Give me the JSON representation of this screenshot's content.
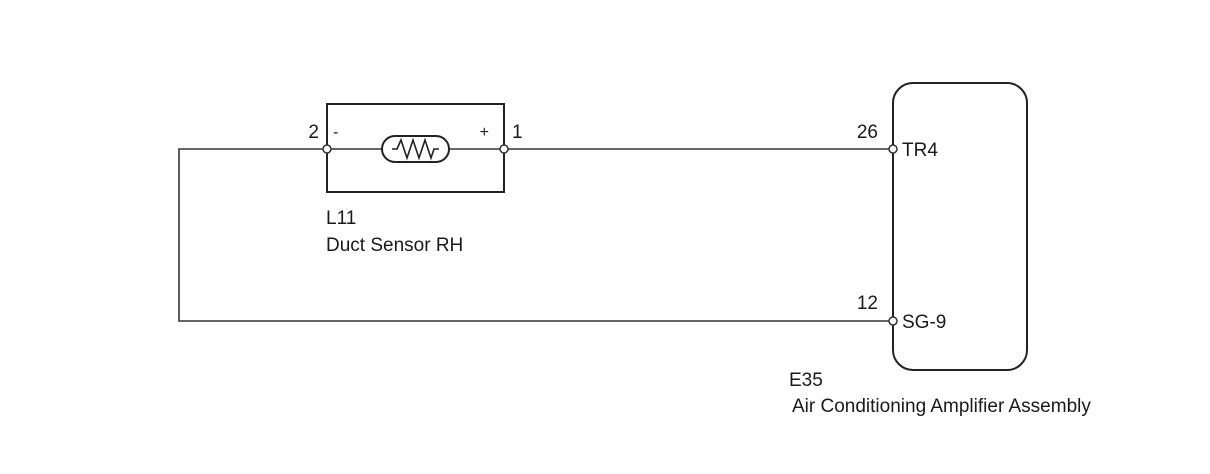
{
  "sensor": {
    "connector": "L11",
    "name": "Duct Sensor RH",
    "pin_left": "2",
    "pin_right": "1",
    "polarity_left": "-",
    "polarity_right": "+"
  },
  "amplifier": {
    "connector": "E35",
    "name": "Air Conditioning Amplifier Assembly",
    "pins": [
      {
        "number": "26",
        "name": "TR4"
      },
      {
        "number": "12",
        "name": "SG-9"
      }
    ]
  },
  "colors": {
    "line": "#333333"
  }
}
